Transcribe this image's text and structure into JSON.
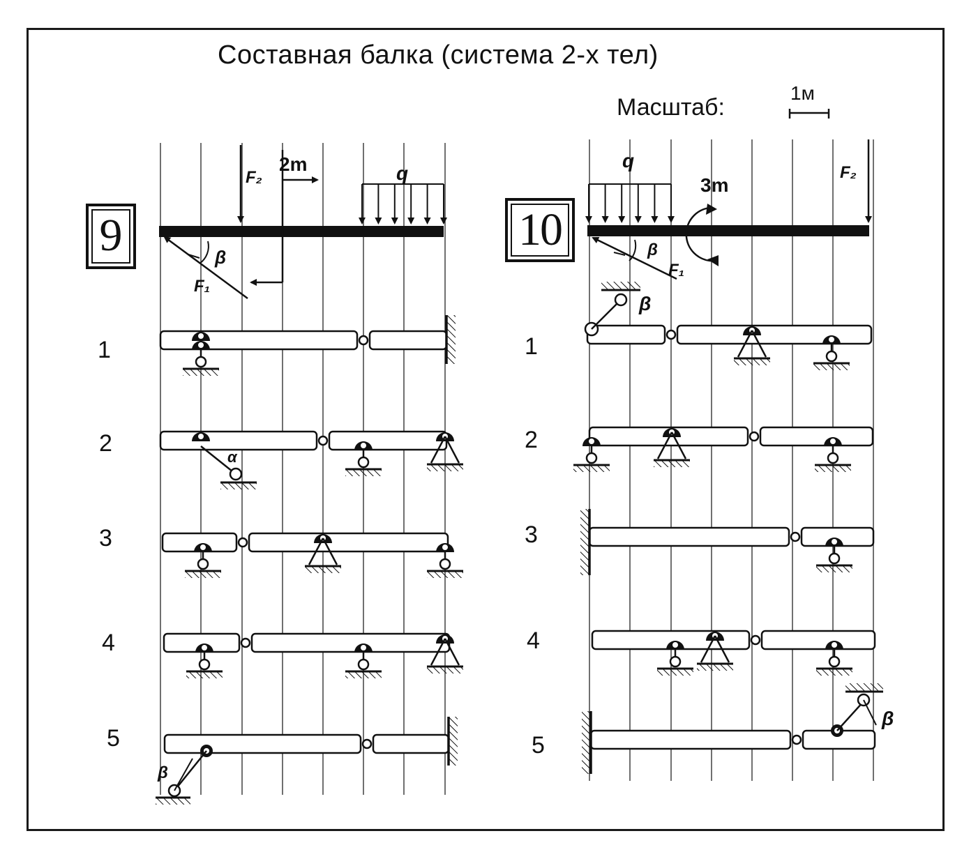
{
  "title": "Составная балка (система 2-х тел)",
  "scale": {
    "label": "Масштаб:",
    "value": "1м"
  },
  "cases": [
    {
      "number": "9",
      "loads": {
        "force_2": "F₂",
        "force_1": "F₁",
        "moment": "2m",
        "distributed": "q",
        "angle": "β"
      },
      "variants": [
        {
          "label": "1"
        },
        {
          "label": "2",
          "angle": "α"
        },
        {
          "label": "3"
        },
        {
          "label": "4"
        },
        {
          "label": "5",
          "angle": "β"
        }
      ]
    },
    {
      "number": "10",
      "loads": {
        "force_2": "F₂",
        "force_1": "F₁",
        "moment": "3m",
        "distributed": "q",
        "angle": "β"
      },
      "variants": [
        {
          "label": "1",
          "angle": "β"
        },
        {
          "label": "2"
        },
        {
          "label": "3"
        },
        {
          "label": "4"
        },
        {
          "label": "5",
          "angle": "β"
        }
      ]
    }
  ]
}
